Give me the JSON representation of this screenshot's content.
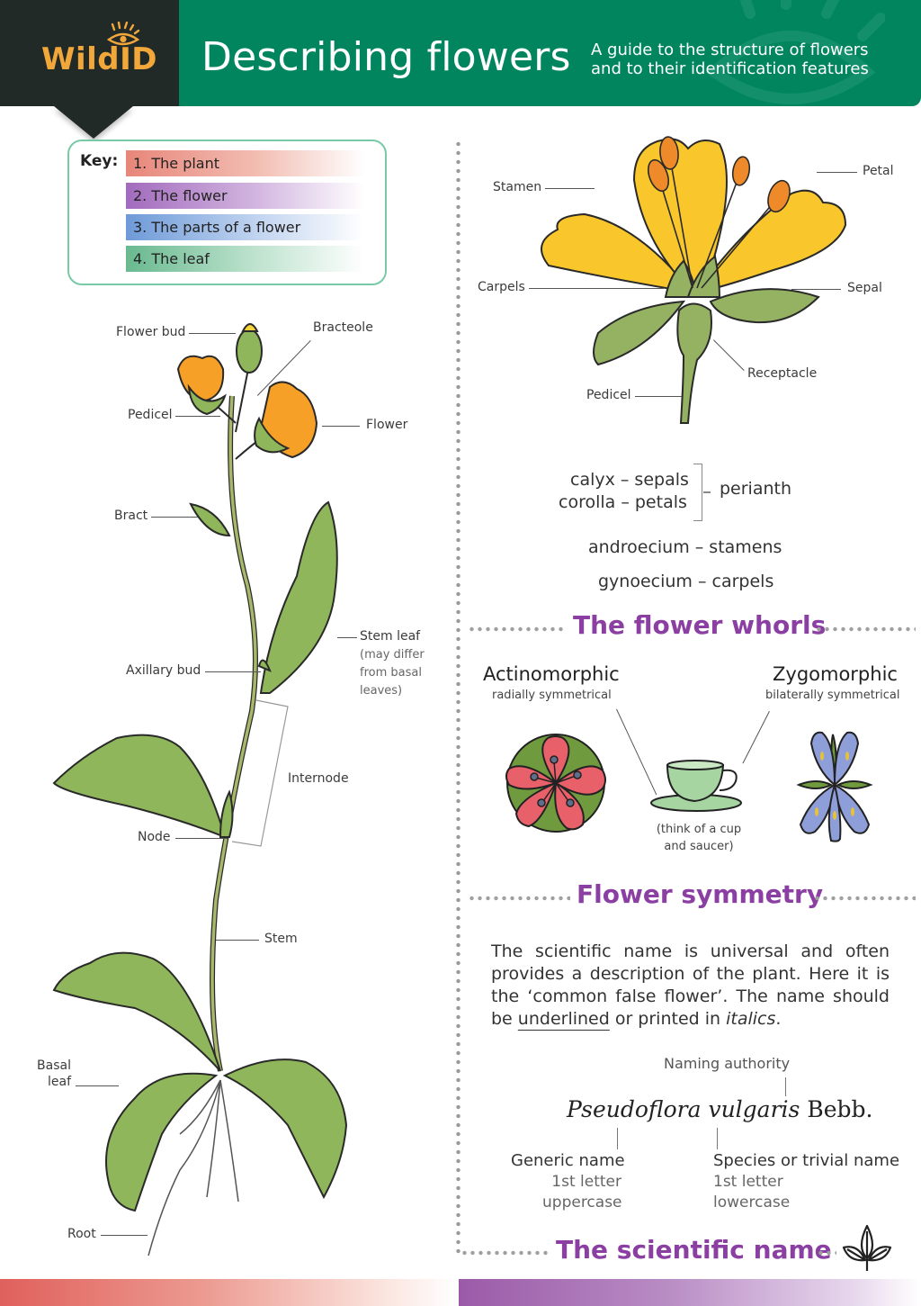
{
  "header": {
    "logo": "WildID",
    "logo_icon": "eye-icon",
    "title": "Describing flowers",
    "subtitle_line1": "A guide to the structure of flowers",
    "subtitle_line2": "and to their identification features",
    "colors": {
      "logo_bg": "#222a28",
      "title_bg": "#00855f",
      "logo_text": "#f2a73b"
    }
  },
  "key": {
    "label": "Key:",
    "items": [
      {
        "label": "1. The plant",
        "color": "#e8867a"
      },
      {
        "label": "2. The flower",
        "color": "#a26bbd"
      },
      {
        "label": "3. The parts of a flower",
        "color": "#6e9ad8"
      },
      {
        "label": "4. The leaf",
        "color": "#69b98f"
      }
    ]
  },
  "plant_diagram": {
    "labels": {
      "flower_bud": "Flower bud",
      "bracteole": "Bracteole",
      "pedicel": "Pedicel",
      "flower": "Flower",
      "bract": "Bract",
      "stem_leaf": "Stem leaf",
      "stem_leaf_note1": "(may differ",
      "stem_leaf_note2": "from basal",
      "stem_leaf_note3": "leaves)",
      "axillary_bud": "Axillary bud",
      "internode": "Internode",
      "node": "Node",
      "stem": "Stem",
      "basal_leaf_1": "Basal",
      "basal_leaf_2": "leaf",
      "root": "Root"
    }
  },
  "flower_diagram": {
    "labels": {
      "stamen": "Stamen",
      "petal": "Petal",
      "carpels": "Carpels",
      "sepal": "Sepal",
      "receptacle": "Receptacle",
      "pedicel": "Pedicel"
    }
  },
  "whorls": {
    "calyx": "calyx – sepals",
    "corolla": "corolla – petals",
    "perianth": "perianth",
    "androecium": "androecium – stamens",
    "gynoecium": "gynoecium – carpels",
    "heading": "The flower whorls"
  },
  "symmetry": {
    "actino_title": "Actinomorphic",
    "actino_sub": "radially symmetrical",
    "zygo_title": "Zygomorphic",
    "zygo_sub": "bilaterally symmetrical",
    "caption_1": "(think of a cup",
    "caption_2": "and saucer)",
    "heading": "Flower symmetry"
  },
  "scientific_name": {
    "para_1": "The scientific name is universal and often provides a description of the plant. Here it is the ‘common false flower’. The name should be ",
    "para_underlined": "underlined",
    "para_2": " or printed in ",
    "para_italic": "italics",
    "para_3": ".",
    "naming_authority": "Naming authority",
    "genus": "Pseudoflora vulgaris",
    "authority": "Bebb.",
    "generic_title": "Generic name",
    "generic_sub1": "1st letter",
    "generic_sub2": "uppercase",
    "species_title": "Species or trivial name",
    "species_sub1": "1st letter",
    "species_sub2": "lowercase",
    "heading": "The scientific name",
    "heading_icon": "leaf-sprig-icon"
  },
  "colors": {
    "heading_purple": "#8b3fa3",
    "divider_gray": "#9a9a9a"
  }
}
